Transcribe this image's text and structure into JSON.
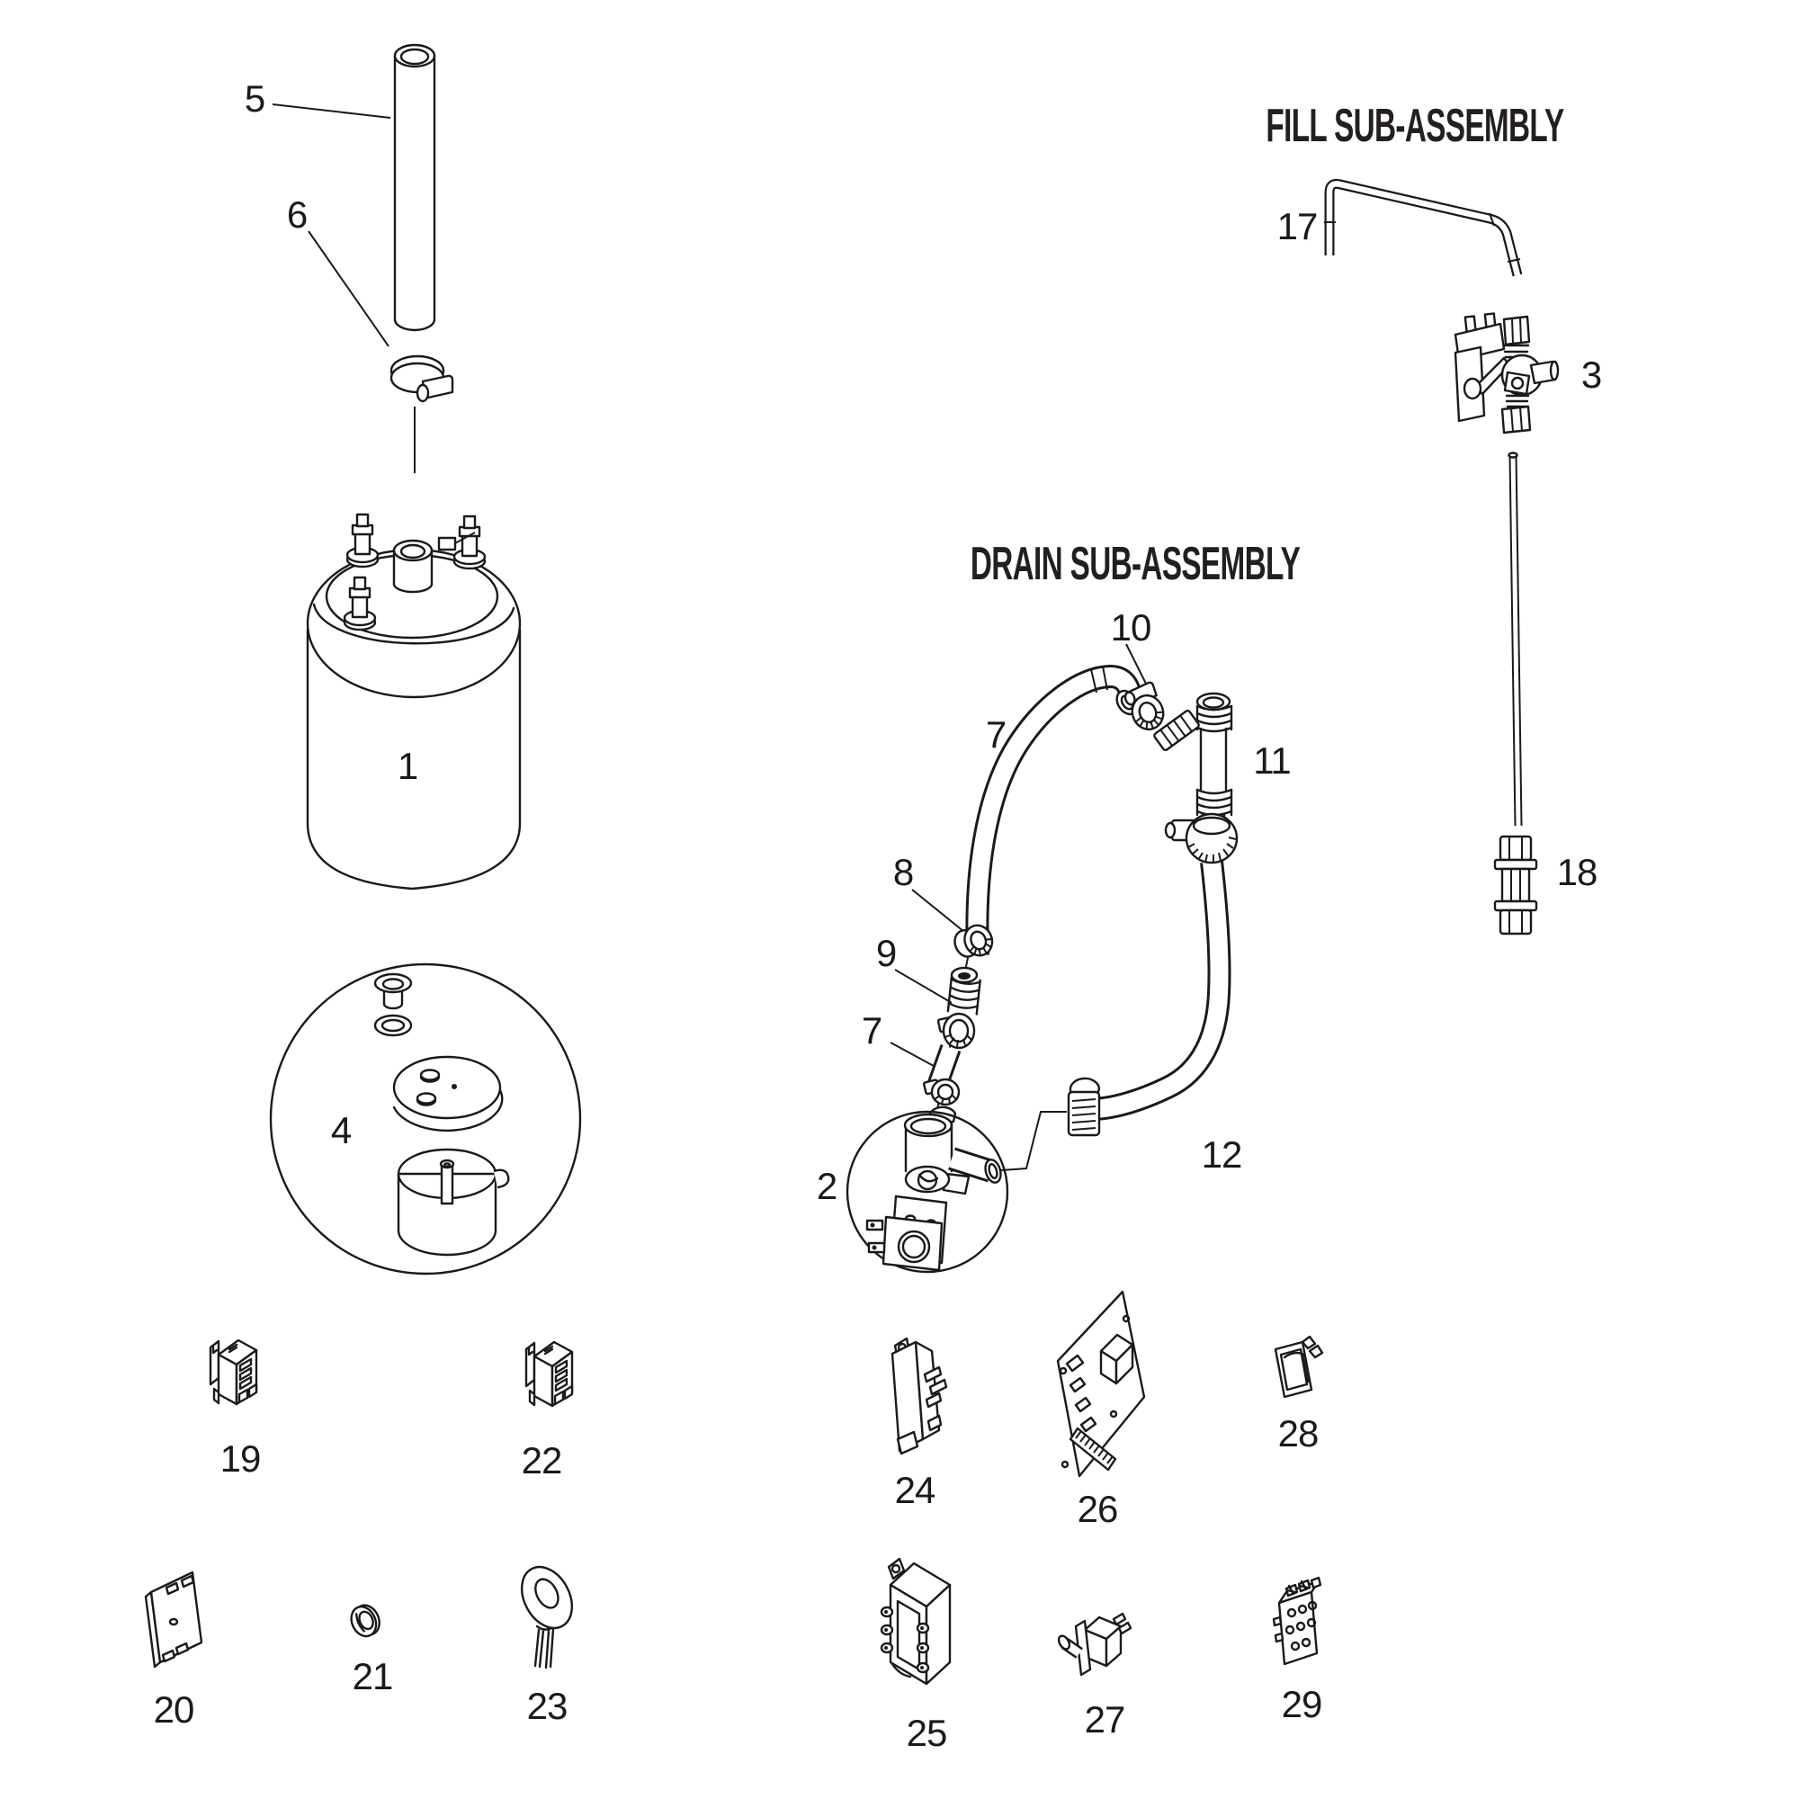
{
  "diagram": {
    "titles": {
      "fill": "FILL SUB-ASSEMBLY",
      "drain": "DRAIN SUB-ASSEMBLY"
    },
    "labels": {
      "p1": "1",
      "p2": "2",
      "p3": "3",
      "p4": "4",
      "p5": "5",
      "p6": "6",
      "p7a": "7",
      "p7b": "7",
      "p8": "8",
      "p9": "9",
      "p10": "10",
      "p11": "11",
      "p12": "12",
      "p17": "17",
      "p18": "18",
      "p19": "19",
      "p20": "20",
      "p21": "21",
      "p22": "22",
      "p23": "23",
      "p24": "24",
      "p25": "25",
      "p26": "26",
      "p27": "27",
      "p28": "28",
      "p29": "29"
    },
    "colors": {
      "ink": "#1a1a1a",
      "background": "#ffffff"
    }
  }
}
